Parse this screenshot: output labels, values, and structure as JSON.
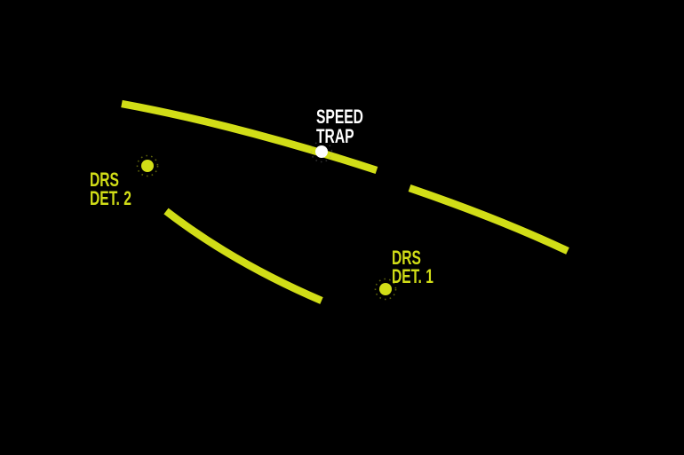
{
  "colors": {
    "background": "#000000",
    "drs_yellow": "#d1dd17",
    "speed_trap_white": "#ffffff"
  },
  "map": {
    "speed_trap": {
      "label_line1": "SPEED",
      "label_line2": "TRAP",
      "marker": "speed-trap-point"
    },
    "drs_detection_2": {
      "label_line1": "DRS",
      "label_line2": "DET. 2",
      "marker": "drs-detection-point-2"
    },
    "drs_detection_1": {
      "label_line1": "DRS",
      "label_line2": "DET. 1",
      "marker": "drs-detection-point-1"
    }
  }
}
